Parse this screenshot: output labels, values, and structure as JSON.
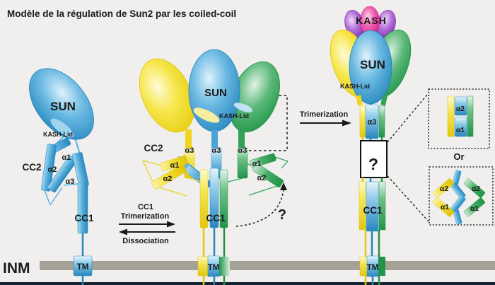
{
  "title": "Modèle de la régulation de Sun2 par les coiled-coil",
  "membrane": {
    "label": "INM"
  },
  "monomer": {
    "sun": "SUN",
    "kash_lid": "KASH-Lid",
    "cc2": "CC2",
    "alpha1": "α1",
    "alpha2": "α2",
    "alpha3": "α3",
    "cc1": "CC1",
    "tm": "TM"
  },
  "trimer_intermediate": {
    "sun": "SUN",
    "kash_lid": "KASH-Lid",
    "cc2": "CC2",
    "alpha3_yellow": "α3",
    "alpha3_blue": "α3",
    "alpha3_green": "α3",
    "alpha1_yellow": "α1",
    "alpha2_yellow": "α2",
    "alpha1_green": "α1",
    "alpha2_green": "α2",
    "cc1": "CC1",
    "tm": "TM",
    "question_mark": "?"
  },
  "reaction_left": {
    "line1": "CC1",
    "line2": "Trimerization",
    "line3": "Dissociation"
  },
  "reaction_right": {
    "label": "Trimerization"
  },
  "trimer_final": {
    "kash": "KASH",
    "sun": "SUN",
    "kash_lid": "KASH-Lid",
    "alpha3": "α3",
    "unknown": "?",
    "cc1": "CC1",
    "tm": "TM"
  },
  "insets": {
    "top": {
      "alpha2": "α2",
      "alpha1": "α1"
    },
    "separator": "Or",
    "bottom": {
      "alpha2_left": "α2",
      "alpha1_left": "α1",
      "alpha2_right": "α2",
      "alpha1_right": "α1"
    }
  },
  "colors": {
    "background": "#f0efed",
    "membrane": "#a5a196",
    "blue": "#2787bd",
    "yellow": "#e2c70c",
    "green": "#219449",
    "purple": "#7b2cab",
    "magenta": "#d31e86",
    "text": "#1a1a1a"
  }
}
